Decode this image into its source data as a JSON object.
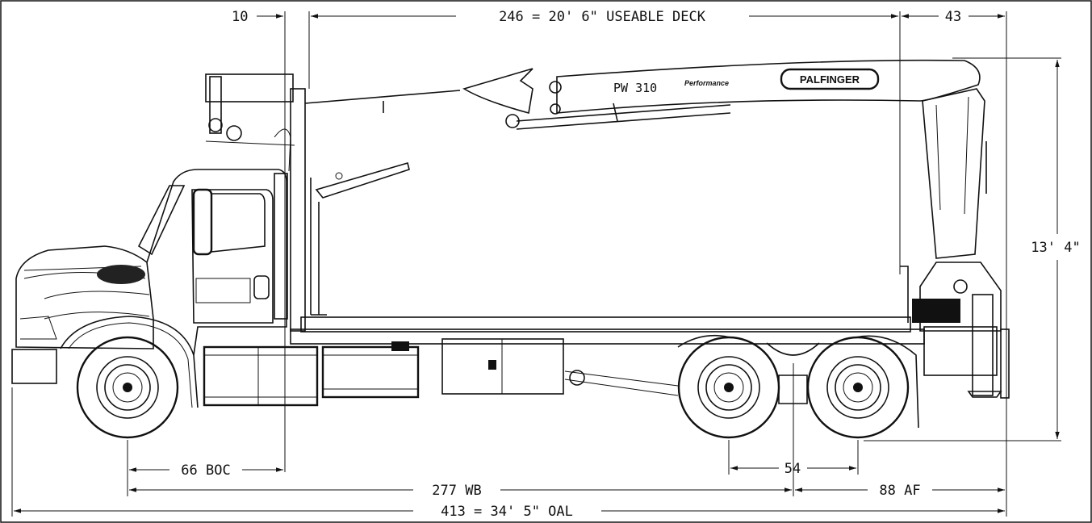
{
  "dimensions": {
    "top_left": "10",
    "deck": "246 = 20' 6\" USEABLE DECK",
    "top_right": "43",
    "height": "13' 4\"",
    "boc": "66 BOC",
    "tandem": "54",
    "wheelbase": "277 WB",
    "af": "88 AF",
    "oal": "413 = 34' 5\" OAL"
  },
  "crane": {
    "model": "PW 310",
    "series": "Performance",
    "brand": "PALFINGER"
  }
}
